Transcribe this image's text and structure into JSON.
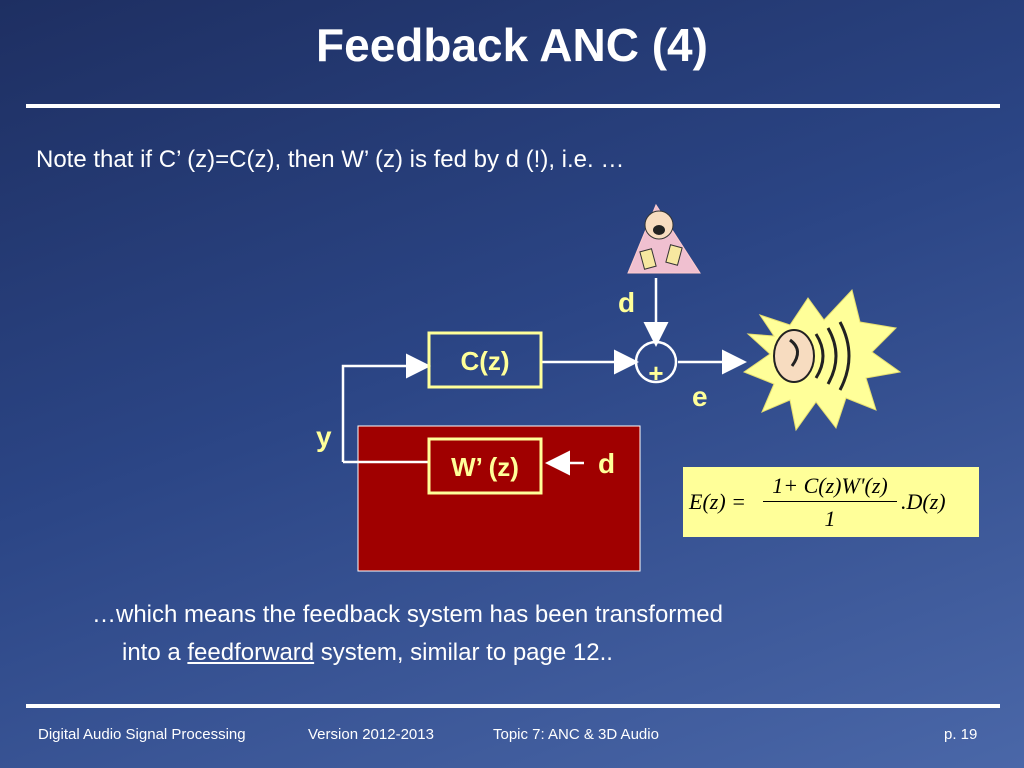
{
  "slide": {
    "title": "Feedback ANC (4)",
    "note": "Note that if C’ (z)=C(z), then W’ (z) is fed by d (!), i.e. …",
    "conclusion_line1": "…which means the feedback system has been transformed",
    "conclusion_line2_pre": "into a ",
    "conclusion_line2_link": "feedforward",
    "conclusion_line2_post": " system, similar to page 12.."
  },
  "diagram": {
    "block_c": "C(z)",
    "block_w": "W’ (z)",
    "label_d_top": "d",
    "label_d_right": "d",
    "label_e": "e",
    "label_y": "y",
    "sum_sign": "+"
  },
  "equation": {
    "lhs": "E(z) =",
    "numerator": "1+ C(z)W'(z)",
    "denominator": "1",
    "rhs": ".D(z)"
  },
  "footer": {
    "course": "Digital Audio Signal Processing",
    "version": "Version 2012-2013",
    "topic": "Topic 7: ANC & 3D Audio",
    "page": "p. 19"
  },
  "colors": {
    "block_border": "#ffff99",
    "red_box": "#a00000",
    "equation_bg": "#ffff99"
  }
}
